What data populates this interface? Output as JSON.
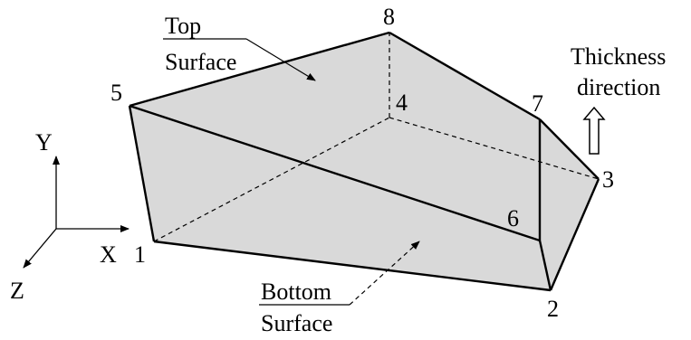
{
  "labels": {
    "top_line1": "Top",
    "top_line2": "Surface",
    "bottom_line1": "Bottom",
    "bottom_line2": "Surface",
    "thickness_line1": "Thickness",
    "thickness_line2": "direction"
  },
  "nodes": [
    "1",
    "2",
    "3",
    "4",
    "5",
    "6",
    "7",
    "8"
  ],
  "axes": {
    "x": "X",
    "y": "Y",
    "z": "Z"
  },
  "colors": {
    "face": "#d9d9d9",
    "edge": "#000000",
    "background": "#ffffff"
  }
}
